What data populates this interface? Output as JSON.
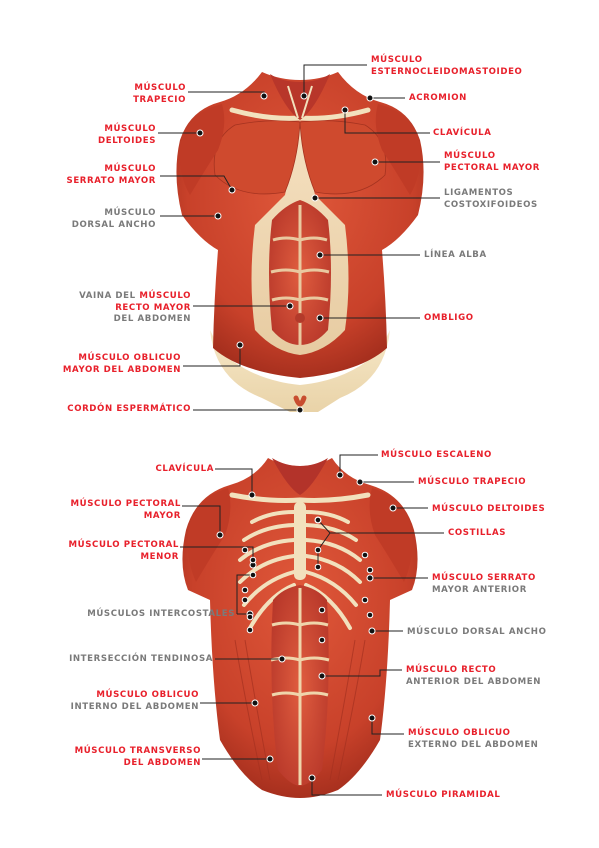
{
  "colors": {
    "accent_red": "#e8202b",
    "secondary_gray": "#7a7a7a",
    "muscle": "#d2452c",
    "tendon": "#f2e1bd",
    "leader": "#222222"
  },
  "top_diagram": {
    "labels": {
      "esternocleidomastoideo": {
        "line1": "MÚSCULO",
        "line2": "ESTERNOCLEIDOMASTOIDEO"
      },
      "trapecio": {
        "line1": "MÚSCULO",
        "line2": "TRAPECIO"
      },
      "acromion": {
        "line1": "ACROMION"
      },
      "deltoides": {
        "line1": "MÚSCULO",
        "line2": "DELTOIDES"
      },
      "clavicula": {
        "line1": "CLAVÍCULA"
      },
      "serrato_mayor": {
        "line1": "MÚSCULO",
        "line2": "SERRATO MAYOR"
      },
      "pectoral_mayor": {
        "line1": "MÚSCULO",
        "line2": "PECTORAL MAYOR"
      },
      "dorsal_ancho": {
        "line1": "MÚSCULO",
        "line2": "DORSAL ANCHO"
      },
      "ligamentos": {
        "line1": "LIGAMENTOS",
        "line2": "COSTOXIFOIDEOS"
      },
      "linea_alba": {
        "line1": "LÍNEA ALBA"
      },
      "vaina": {
        "prefix": "VAINA DEL ",
        "line1": "MÚSCULO",
        "line2": "RECTO MAYOR",
        "line3": "DEL ABDOMEN"
      },
      "ombligo": {
        "line1": "OMBLIGO"
      },
      "oblicuo_mayor": {
        "line1": "MÚSCULO OBLICUO",
        "line2": "MAYOR DEL ABDOMEN"
      },
      "cordon": {
        "line1": "CORDÓN ESPERMÁTICO"
      }
    }
  },
  "bottom_diagram": {
    "labels": {
      "escaleno": {
        "line1": "MÚSCULO ESCALENO"
      },
      "clavicula": {
        "line1": "CLAVÍCULA"
      },
      "trapecio": {
        "line1": "MÚSCULO TRAPECIO"
      },
      "pectoral_mayor": {
        "line1": "MÚSCULO PECTORAL",
        "line2": "MAYOR"
      },
      "deltoides": {
        "line1": "MÚSCULO DELTOIDES"
      },
      "costillas": {
        "line1": "COSTILLAS"
      },
      "pectoral_menor": {
        "line1": "MÚSCULO PECTORAL",
        "line2": "MENOR"
      },
      "serrato": {
        "line1": "MÚSCULO SERRATO",
        "line2": "MAYOR ANTERIOR"
      },
      "intercostales": {
        "line1": "MÚSCULOS INTERCOSTALES"
      },
      "dorsal_ancho": {
        "line1": "MÚSCULO DORSAL ANCHO"
      },
      "interseccion": {
        "line1": "INTERSECCIÓN TENDINOSA"
      },
      "recto": {
        "line1": "MÚSCULO RECTO",
        "line2": "ANTERIOR DEL ABDOMEN"
      },
      "oblicuo_interno": {
        "line1": "MÚSCULO OBLICUO",
        "line2": "INTERNO DEL ABDOMEN"
      },
      "oblicuo_externo": {
        "line1": "MÚSCULO OBLICUO",
        "line2": "EXTERNO DEL ABDOMEN"
      },
      "transverso": {
        "line1": "MÚSCULO TRANSVERSO",
        "line2": "DEL ABDOMEN"
      },
      "piramidal": {
        "line1": "MÚSCULO PIRAMIDAL"
      }
    }
  }
}
